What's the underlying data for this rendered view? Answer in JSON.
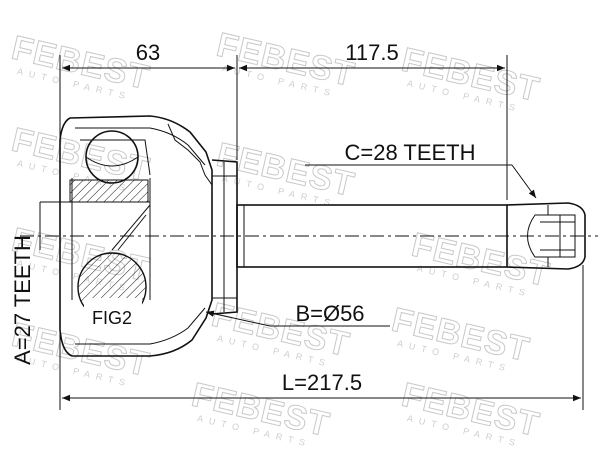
{
  "watermark": {
    "brand": "FEBEST",
    "sub": "AUTO PARTS"
  },
  "dimensions": {
    "outer_length": "63",
    "shaft_length": "117.5",
    "total_length": "L=217.5",
    "outer_diameter": "B=Ø56"
  },
  "splines": {
    "outer": "C=28 TEETH",
    "inner": "A=27 TEETH"
  },
  "figure_label": "FIG2"
}
